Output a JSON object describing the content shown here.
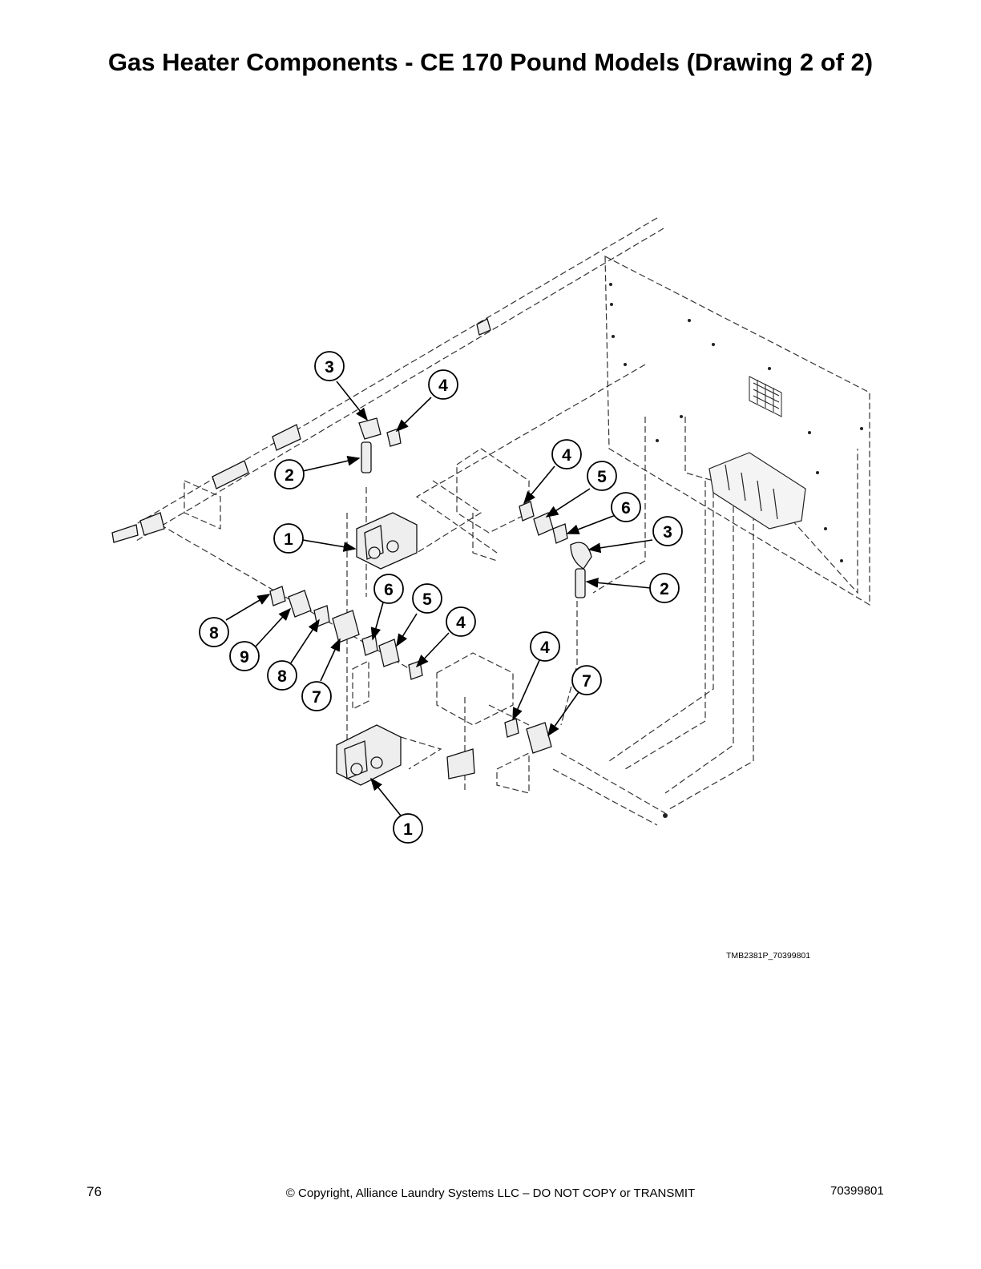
{
  "page": {
    "title": "Gas Heater Components - CE 170 Pound Models (Drawing 2 of 2)",
    "drawing_id": "TMB2381P_70399801",
    "page_number": "76",
    "copyright": "© Copyright, Alliance Laundry Systems LLC – DO NOT COPY or TRANSMIT",
    "doc_number": "70399801"
  },
  "callouts": [
    {
      "label": "3"
    },
    {
      "label": "4"
    },
    {
      "label": "2"
    },
    {
      "label": "1"
    },
    {
      "label": "4"
    },
    {
      "label": "5"
    },
    {
      "label": "6"
    },
    {
      "label": "3"
    },
    {
      "label": "2"
    },
    {
      "label": "6"
    },
    {
      "label": "5"
    },
    {
      "label": "4"
    },
    {
      "label": "8"
    },
    {
      "label": "9"
    },
    {
      "label": "8"
    },
    {
      "label": "7"
    },
    {
      "label": "4"
    },
    {
      "label": "7"
    },
    {
      "label": "1"
    }
  ]
}
